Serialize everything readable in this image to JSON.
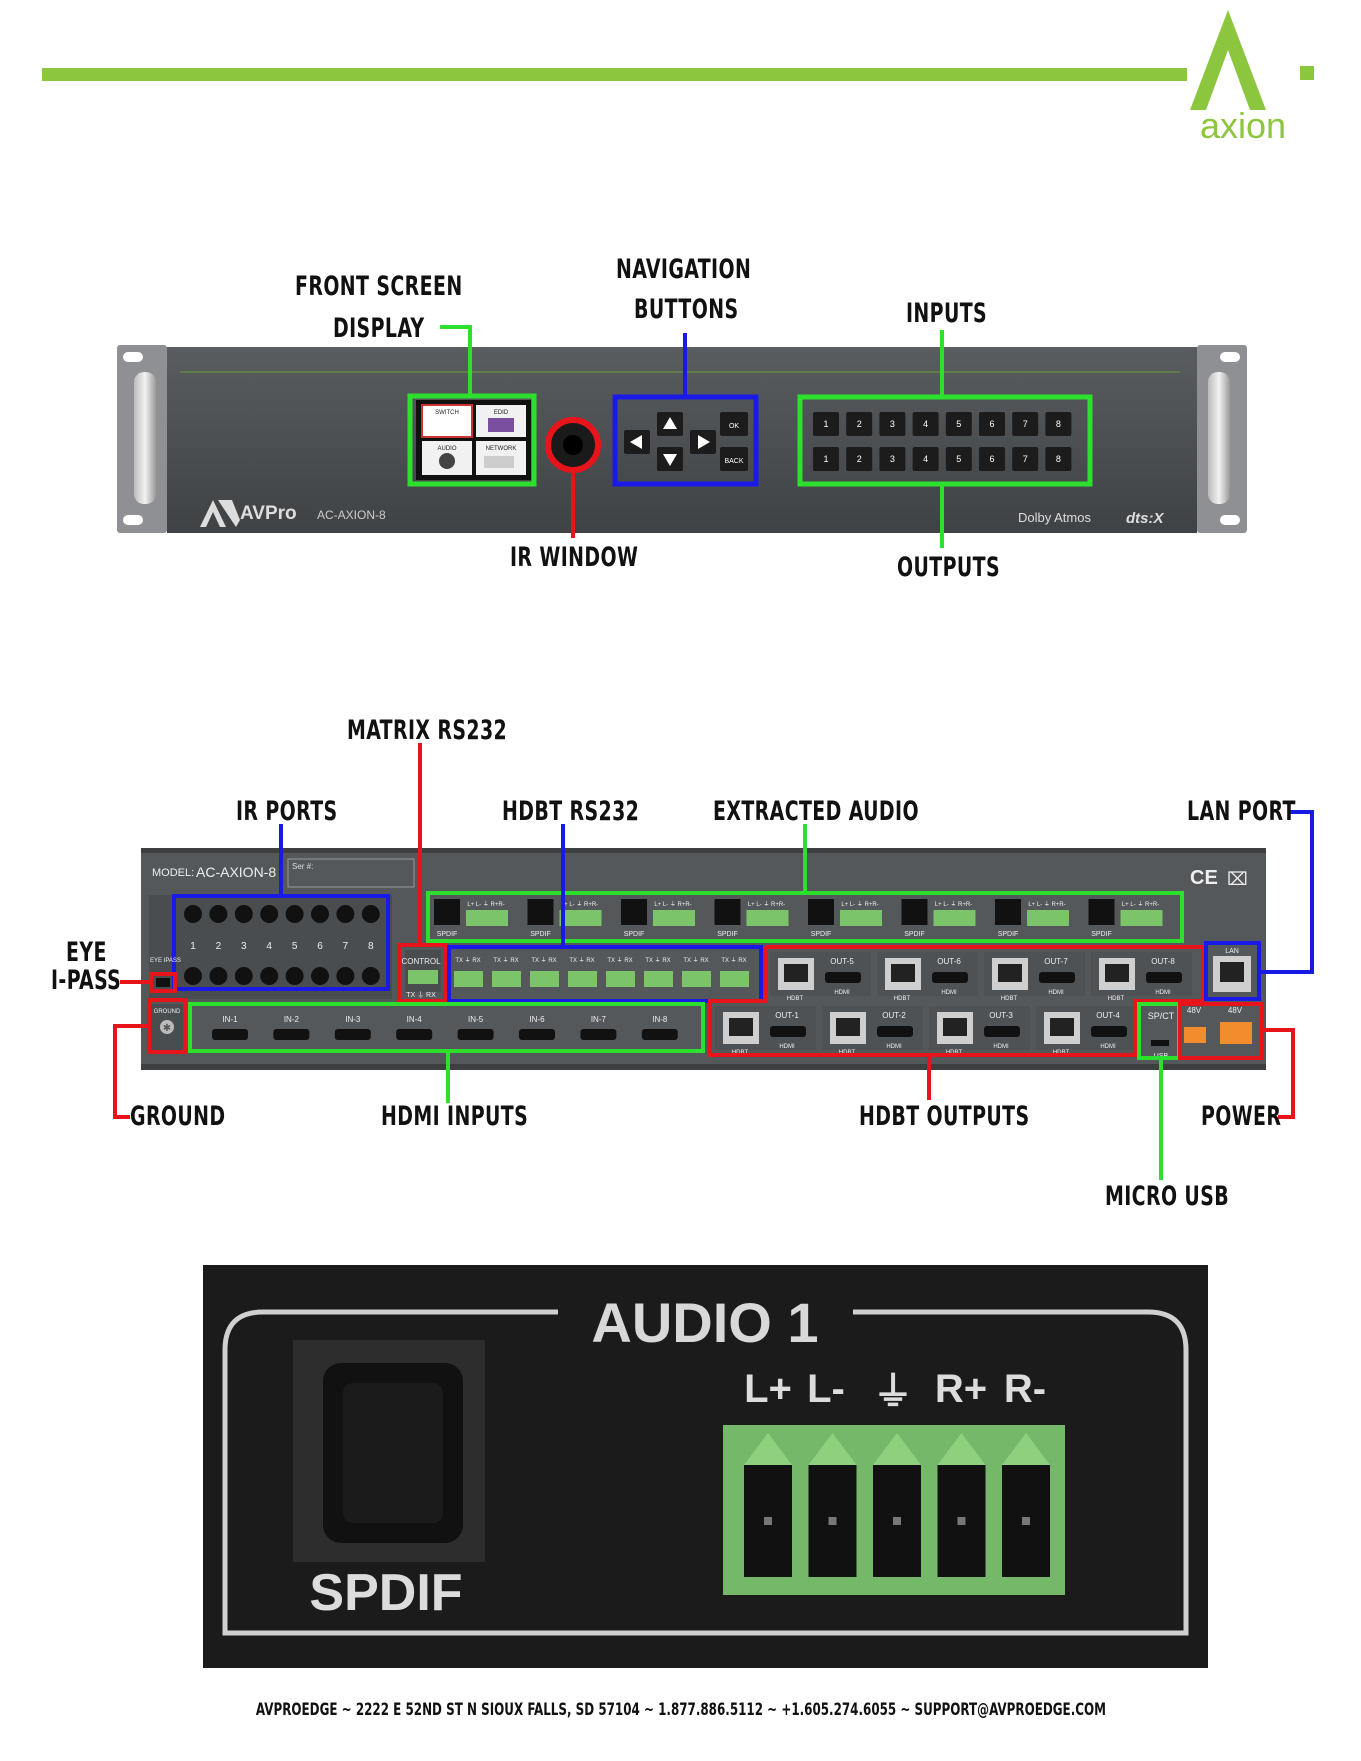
{
  "brand": {
    "logo_text": "axion",
    "accent": "#8cc63f"
  },
  "front": {
    "model": "AC-AXION-8",
    "maker_logo_text": "AVPro",
    "dolby_text": "Dolby Atmos",
    "dts_text": "dts:X",
    "screen_tiles": [
      "SWITCH",
      "EDID",
      "AUDIO",
      "NETWORK"
    ],
    "nav_ok": "OK",
    "nav_back": "BACK",
    "input_buttons": [
      "1",
      "2",
      "3",
      "4",
      "5",
      "6",
      "7",
      "8"
    ],
    "output_buttons": [
      "1",
      "2",
      "3",
      "4",
      "5",
      "6",
      "7",
      "8"
    ]
  },
  "front_labels": {
    "front_screen_line1": "FRONT SCREEN",
    "front_screen_line2": "DISPLAY",
    "nav_line1": "NAVIGATION",
    "nav_line2": "BUTTONS",
    "inputs": "INPUTS",
    "ir_window": "IR WINDOW",
    "outputs": "OUTPUTS"
  },
  "rear": {
    "model_label": "MODEL:",
    "model": "AC-AXION-8",
    "serial_label": "Ser #:",
    "spdif": "SPDIF",
    "audio_pins": "L+ L- ⏚ R+R-",
    "control": "CONTROL",
    "txrx": "TX ⏚ RX",
    "hdmi_inputs": [
      "IN-1",
      "IN-2",
      "IN-3",
      "IN-4",
      "IN-5",
      "IN-6",
      "IN-7",
      "IN-8"
    ],
    "upper_outputs": [
      "OUT-5",
      "OUT-6",
      "OUT-7",
      "OUT-8"
    ],
    "lower_outputs": [
      "OUT-1",
      "OUT-2",
      "OUT-3",
      "OUT-4"
    ],
    "hdbt": "HDBT",
    "hdmi": "HDMI",
    "lan": "LAN",
    "spct": "SP/CT",
    "usb": "USB",
    "v48": "48V",
    "ground": "GROUND",
    "ir_numbers": [
      "1",
      "2",
      "3",
      "4",
      "5",
      "6",
      "7",
      "8"
    ]
  },
  "rear_labels": {
    "matrix_rs232": "MATRIX RS232",
    "ir_ports": "IR PORTS",
    "hdbt_rs232": "HDBT RS232",
    "extracted_audio": "EXTRACTED AUDIO",
    "lan_port": "LAN PORT",
    "eye_line1": "EYE",
    "eye_line2": "I-PASS",
    "ground": "GROUND",
    "hdmi_inputs": "HDMI INPUTS",
    "hdbt_outputs": "HDBT OUTPUTS",
    "power": "POWER",
    "micro_usb": "MICRO USB"
  },
  "detail": {
    "title": "AUDIO 1",
    "spdif": "SPDIF",
    "pins": [
      "L+",
      "L-",
      "⏚",
      "R+",
      "R-"
    ]
  },
  "footer": "AVPROEDGE ~ 2222 E 52ND ST N SIOUX FALLS, SD 57104 ~ 1.877.886.5112 ~ +1.605.274.6055 ~ SUPPORT@AVPROEDGE.COM"
}
